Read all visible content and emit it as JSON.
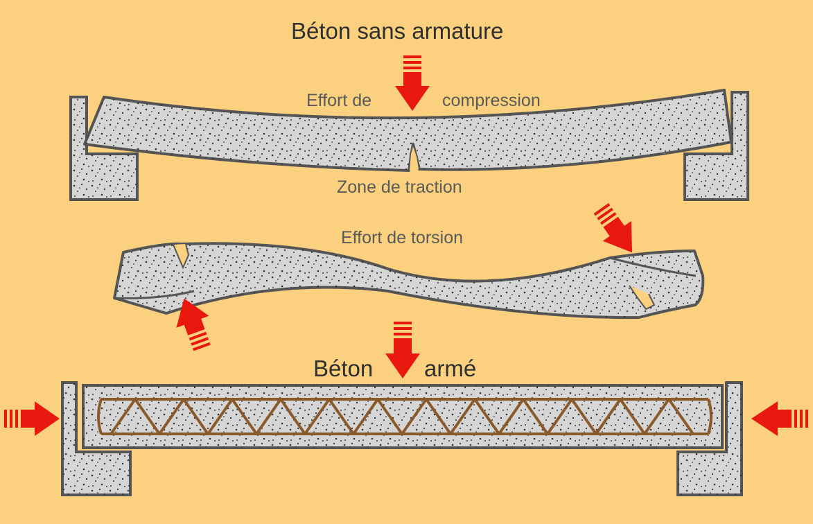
{
  "diagram": {
    "title_plain": "Béton sans armature",
    "compression_left": "Effort de",
    "compression_right": "compression",
    "tension_zone": "Zone de traction",
    "torsion": "Effort de torsion",
    "reinforced_left": "Béton",
    "reinforced_right": "armé"
  },
  "colors": {
    "background": "#FBD17F",
    "concrete": "#D6D6D6",
    "outline": "#555555",
    "arrow": "#E8180F",
    "rebar": "#8B5A2B",
    "title_text": "#2f2f2f",
    "annotation_text": "#5a5a5a"
  }
}
